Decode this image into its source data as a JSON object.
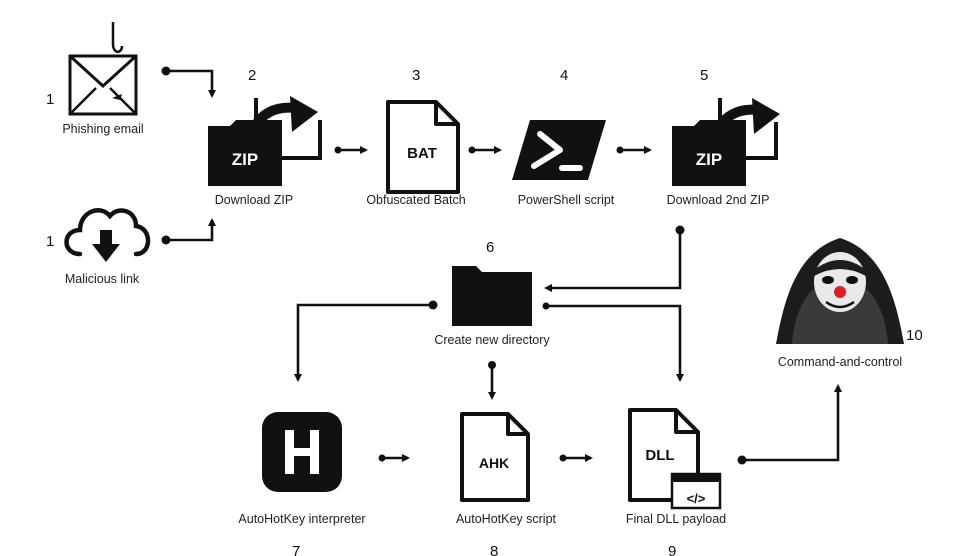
{
  "colors": {
    "ink": "#111111",
    "background": "#ffffff",
    "accent_nose": "#d81f26"
  },
  "steps": {
    "phishing": {
      "number": "1",
      "label": "Phishing email",
      "icon": "envelope-with-hook-icon"
    },
    "malicious_link": {
      "number": "1",
      "label": "Malicious link",
      "icon": "cloud-download-icon"
    },
    "download_zip": {
      "number": "2",
      "label": "Download ZIP",
      "badge": "ZIP",
      "icon": "zip-folder-icon"
    },
    "batch": {
      "number": "3",
      "label": "Obfuscated Batch",
      "badge": "BAT",
      "icon": "bat-file-icon"
    },
    "powershell": {
      "number": "4",
      "label": "PowerShell script",
      "icon": "powershell-icon"
    },
    "download_zip2": {
      "number": "5",
      "label": "Download 2nd ZIP",
      "badge": "ZIP",
      "icon": "zip-folder-icon"
    },
    "directory": {
      "number": "6",
      "label": "Create new directory",
      "icon": "folder-icon"
    },
    "ahk_interpreter": {
      "number": "7",
      "label": "AutoHotKey interpreter",
      "icon": "autohotkey-icon"
    },
    "ahk_script": {
      "number": "8",
      "label": "AutoHotKey script",
      "badge": "AHK",
      "icon": "ahk-file-icon"
    },
    "dll": {
      "number": "9",
      "label": "Final DLL payload",
      "badge": "DLL",
      "code_badge": "</>",
      "icon": "dll-file-icon"
    },
    "c2": {
      "number": "10",
      "label": "Command-and-control",
      "icon": "hooded-hacker-icon"
    }
  }
}
